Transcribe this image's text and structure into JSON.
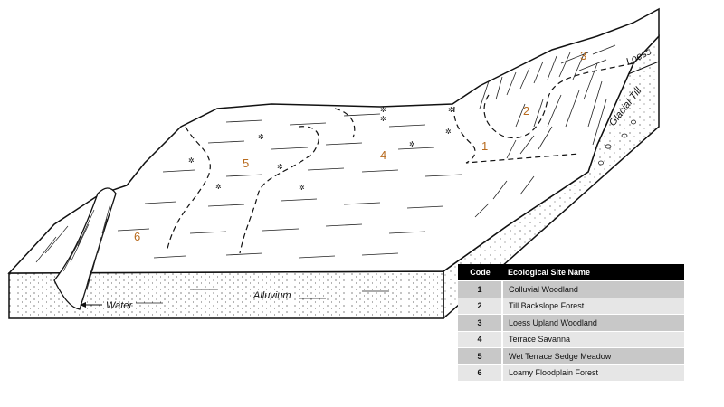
{
  "diagram": {
    "zones": [
      {
        "code": "1"
      },
      {
        "code": "2"
      },
      {
        "code": "3"
      },
      {
        "code": "4"
      },
      {
        "code": "5"
      },
      {
        "code": "6"
      }
    ],
    "labels": {
      "loess": "Loess",
      "glacial_till": "Glacial Till",
      "alluvium": "Alluvium",
      "water": "Water"
    },
    "colors": {
      "zone_number": "#b86b1e",
      "header_bg": "#000000",
      "row_dark": "#c8c8c8",
      "row_light": "#e6e6e6"
    }
  },
  "legend": {
    "header_code": "Code",
    "header_name": "Ecological Site Name",
    "rows": [
      {
        "code": "1",
        "name": "Colluvial Woodland"
      },
      {
        "code": "2",
        "name": "Till Backslope Forest"
      },
      {
        "code": "3",
        "name": "Loess Upland Woodland"
      },
      {
        "code": "4",
        "name": "Terrace Savanna"
      },
      {
        "code": "5",
        "name": "Wet Terrace Sedge Meadow"
      },
      {
        "code": "6",
        "name": "Loamy Floodplain Forest"
      }
    ]
  }
}
